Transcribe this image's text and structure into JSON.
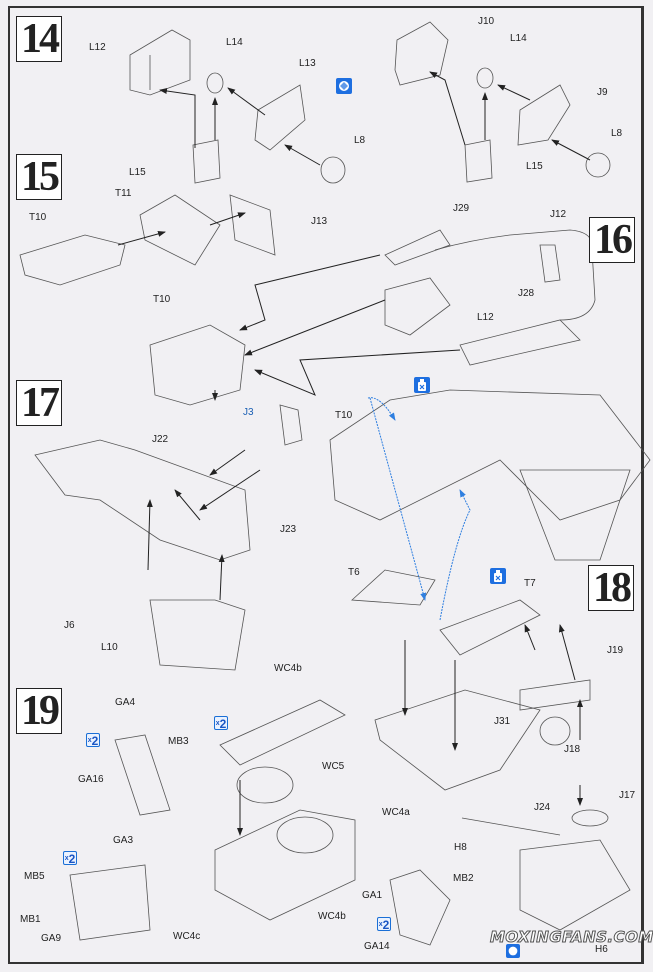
{
  "document": {
    "type": "model kit assembly instructions",
    "watermark": "MOXINGFANS.COM"
  },
  "steps": [
    {
      "number": "14",
      "parts": [
        "L12",
        "L14",
        "L13",
        "L8",
        "L15",
        "J10",
        "L14",
        "J9",
        "L8",
        "L15"
      ],
      "icon": "symmetric-assembly-icon"
    },
    {
      "number": "15",
      "parts": [
        "T10",
        "T11",
        "J13"
      ]
    },
    {
      "number": "16",
      "parts": [
        "J29",
        "J12",
        "L12",
        "J28",
        "T10"
      ]
    },
    {
      "number": "17",
      "parts": [
        "J3",
        "J22",
        "J23",
        "J6",
        "L10"
      ]
    },
    {
      "number": "18",
      "parts": [
        "T10",
        "T6",
        "T7",
        "J19",
        "J31",
        "J18",
        "J24",
        "J17"
      ],
      "icon": "glue-bottle-icon"
    },
    {
      "number": "19",
      "parts": [
        "GA4",
        "MB3",
        "GA16",
        "GA3",
        "WC4b",
        "WC5",
        "WC4a",
        "WC4b",
        "WC4c",
        "MB5",
        "MB1",
        "GA9",
        "H8",
        "GA1",
        "MB2",
        "GA14",
        "H6"
      ],
      "quantity_badges": [
        "x2",
        "x2",
        "x2",
        "x2"
      ]
    }
  ],
  "labels": {
    "s14_L12": "L12",
    "s14_L14a": "L14",
    "s14_L13": "L13",
    "s14_L8a": "L8",
    "s14_L15a": "L15",
    "s14_J10": "J10",
    "s14_L14b": "L14",
    "s14_J9": "J9",
    "s14_L8b": "L8",
    "s14_L15b": "L15",
    "s15_T10a": "T10",
    "s15_T11": "T11",
    "s15_J13": "J13",
    "s16_T10": "T10",
    "s16_J29": "J29",
    "s16_J12": "J12",
    "s16_L12": "L12",
    "s16_J28": "J28",
    "s17_J3": "J3",
    "s17_J22": "J22",
    "s17_J23": "J23",
    "s17_J6": "J6",
    "s17_L10": "L10",
    "s18_T10": "T10",
    "s18_T6": "T6",
    "s18_T7": "T7",
    "s18_J19": "J19",
    "s18_J31": "J31",
    "s18_J18": "J18",
    "s18_J24": "J24",
    "s18_J17": "J17",
    "s19_GA4": "GA4",
    "s19_MB3": "MB3",
    "s19_GA16": "GA16",
    "s19_GA3": "GA3",
    "s19_WC4b_top": "WC4b",
    "s19_WC5": "WC5",
    "s19_WC4a": "WC4a",
    "s19_WC4b": "WC4b",
    "s19_WC4c": "WC4c",
    "s19_MB5": "MB5",
    "s19_MB1": "MB1",
    "s19_GA9": "GA9",
    "s19_H8": "H8",
    "s19_GA1": "GA1",
    "s19_MB2": "MB2",
    "s19_GA14": "GA14",
    "s19_H6": "H6"
  },
  "badges": {
    "x2a": "2",
    "x2b": "2",
    "x2c": "2",
    "x2d": "2",
    "x_prefix": "x"
  },
  "colors": {
    "accent": "#1e6fe0",
    "ink": "#222222",
    "paper": "#f1f0f3",
    "wire": "#2f7fe0"
  }
}
